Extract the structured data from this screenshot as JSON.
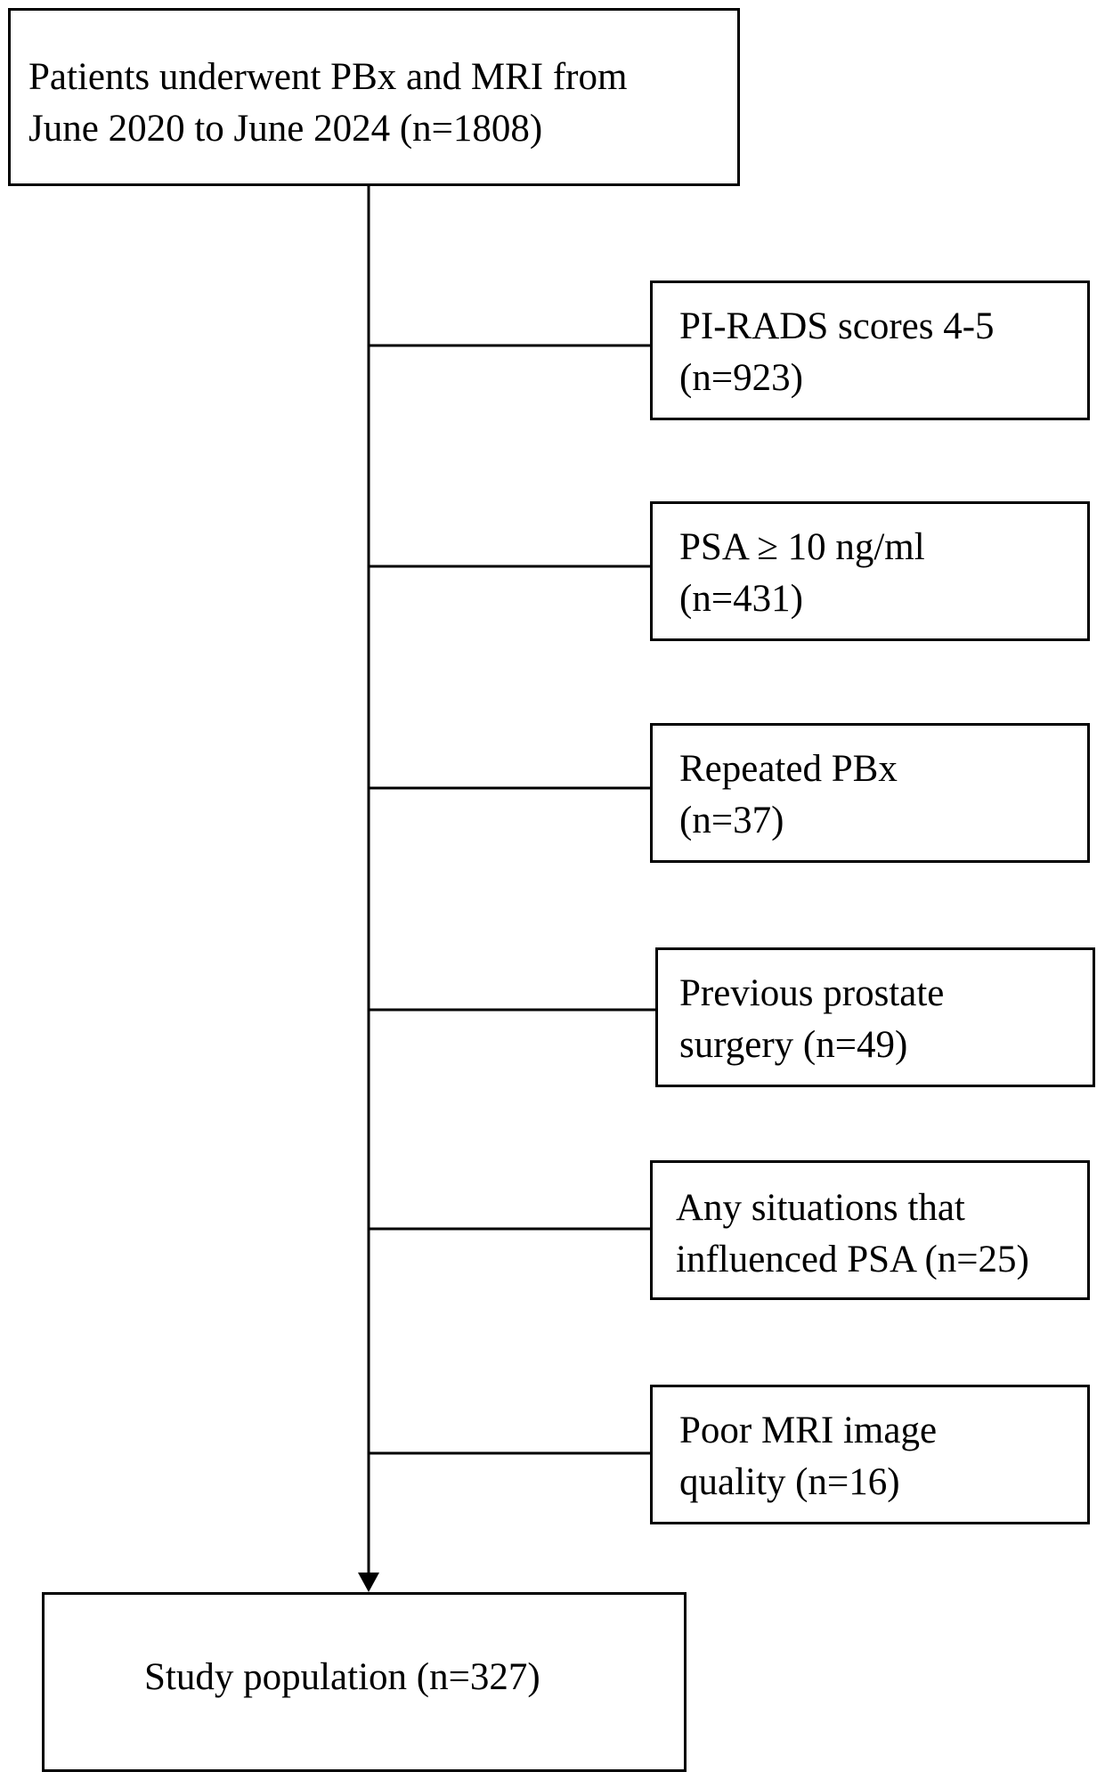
{
  "start": {
    "line1": "Patients underwent  PBx and MRI from",
    "line2": "June 2020 to June 2024 (n=1808)"
  },
  "exclusions": [
    {
      "line1": "PI-RADS scores  4-5",
      "line2": "(n=923)"
    },
    {
      "line1": "PSA ≥ 10 ng/ml",
      "line2": "(n=431)"
    },
    {
      "line1": "Repeated PBx",
      "line2": "(n=37)"
    },
    {
      "line1": "Previous prostate",
      "line2": "surgery (n=49)"
    },
    {
      "line1": "Any situations that",
      "line2": "influenced PSA (n=25)"
    },
    {
      "line1": "Poor MRI image",
      "line2": "quality (n=16)"
    }
  ],
  "final": {
    "label": "Study population (n=327)"
  },
  "colors": {
    "stroke": "#000000",
    "background": "#ffffff"
  }
}
